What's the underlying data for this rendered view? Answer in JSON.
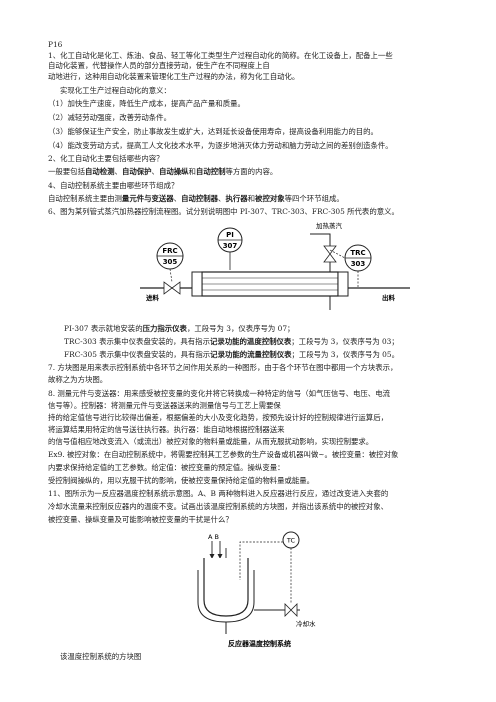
{
  "doc": {
    "page_no": "P16",
    "q1": {
      "l1": "1、化工自动化是化工、炼油、食品、轻工等化工类型生产过程自动化的简称。在化工设备上，配备上一些",
      "l2": "自动化装置，代替操作人员的部分直接劳动，使生产在不同程度上自",
      "l3": "动地进行，这种用自动化装置来管理化工生产过程的办法，称为化工自动化。",
      "l4": "实现化工生产过程自动化的意义：",
      "i1": "（1）加快生产速度，降低生产成本，提高产品产量和质量。",
      "i2": "（2）减轻劳动强度，改善劳动条件。",
      "i3": "（3）能够保证生产安全，防止事故发生或扩大，达到延长设备使用寿命，提高设备利用能力的目的。",
      "i4": "（4）能改变劳动方式，提高工人文化技术水平，为逐步地消灭体力劳动和脑力劳动之间的差别创造条件。"
    },
    "q2": {
      "q": "2、化工自动化主要包括哪些内容？",
      "a_pre": "一般要包括",
      "t1": "自动检测",
      "s1": "、",
      "t2": "自动保护",
      "s2": "、",
      "t3": "自动操纵",
      "s3": "和",
      "t4": "自动控制",
      "a_post": "等方面的内容。"
    },
    "q4": {
      "q": "4、自动控制系统主要由哪些环节组成？",
      "a_pre": "自动控制系统主要由测",
      "t1": "量元件与变送器",
      "s1": "、",
      "t2": "自动控制器",
      "s2": "、",
      "t3": "执行器",
      "s3": "和",
      "t4": "被控对象",
      "a_post": "等四个环节组成。"
    },
    "q6": {
      "q": "6、图为某列管式蒸汽加热器控制流程图。试分别说明图中 PI-307、TRC-303、FRC-305 所代表的意义。",
      "pi_pre": "PI-307 表示就地安装的",
      "pi_b": "压力指示仪表",
      "pi_post": "，工段号为 3，仪表序号为 07；",
      "trc_pre": "TRC-303 表示集中仪表盘安装的，具有指示",
      "trc_b": "记录功能的温度控制仪表",
      "trc_post": "；工段号为 3，仪表序号为 03；",
      "frc_pre": "FRC-305 表示集中仪表盘安装的，具有指示",
      "frc_b": "记录功能的流量控制仪表",
      "frc_post": "；工段号为 3，仪表序号为 05。"
    },
    "fig1": {
      "frc_tag": "FRC",
      "frc_num": "305",
      "pi_tag": "PI",
      "pi_num": "307",
      "trc_tag": "TRC",
      "trc_num": "303",
      "steam": "加热蒸汽",
      "inlet": "进料",
      "outlet": "出料"
    },
    "q7": {
      "l1": "7. 方块图是用来表示控制系统中各环节之间作用关系的一种图形，由于各个环节在图中都用一个方块表示，",
      "l2": "故称之为方块图。"
    },
    "q8": {
      "l1": "8. 测量元件与变送器：用来感受被控变量的变化并将它转换成一种特定的信号（如气压信号、电压、电流",
      "l2": "信号等）。控制器：将测量元件与变送器送来的测量信号与工艺上需要保",
      "l3": "持的给定值信号进行比较得出偏差，根据偏差的大小及变化趋势，按预先设计好的控制规律进行运算后，",
      "l4": "将运算结果用特定的信号送往执行器。执行器：能自动地根据控制器送来",
      "l5": "的信号值相应地改变流入（或流出）被控对象的物料量或能量，从而克服扰动影响，实现控制要求。"
    },
    "ex9": {
      "l1": "Ex9. 被控对象：在自动控制系统中，将需要控制其工艺参数的生产设备或机器叫做~。被控变量：被控对象",
      "l2": "内要求保持给定值的工艺参数。给定值：被控变量的预定值。操纵变量：",
      "l3": "受控制阀操纵的，用以克服干扰的影响，使被控变量保持给定值的物料量或能量。"
    },
    "q11": {
      "l1": "11、图所示为一反应器温度控制系统示意图。A、B 两种物料进入反应器进行反应，通过改变进入夹套的",
      "l2": "冷却水流量来控制反应器内的温度不变。试画出该温度控制系统的方块图，并指出该系统中的被控对象、",
      "l3": "被控变量、操纵变量及可能影响被控变量的干扰是什么？"
    },
    "fig2": {
      "ab": "A B",
      "tc": "TC",
      "water": "冷却水",
      "caption": "反应器温度控制系统"
    },
    "last_line": "该温度控制系统的方块图"
  }
}
